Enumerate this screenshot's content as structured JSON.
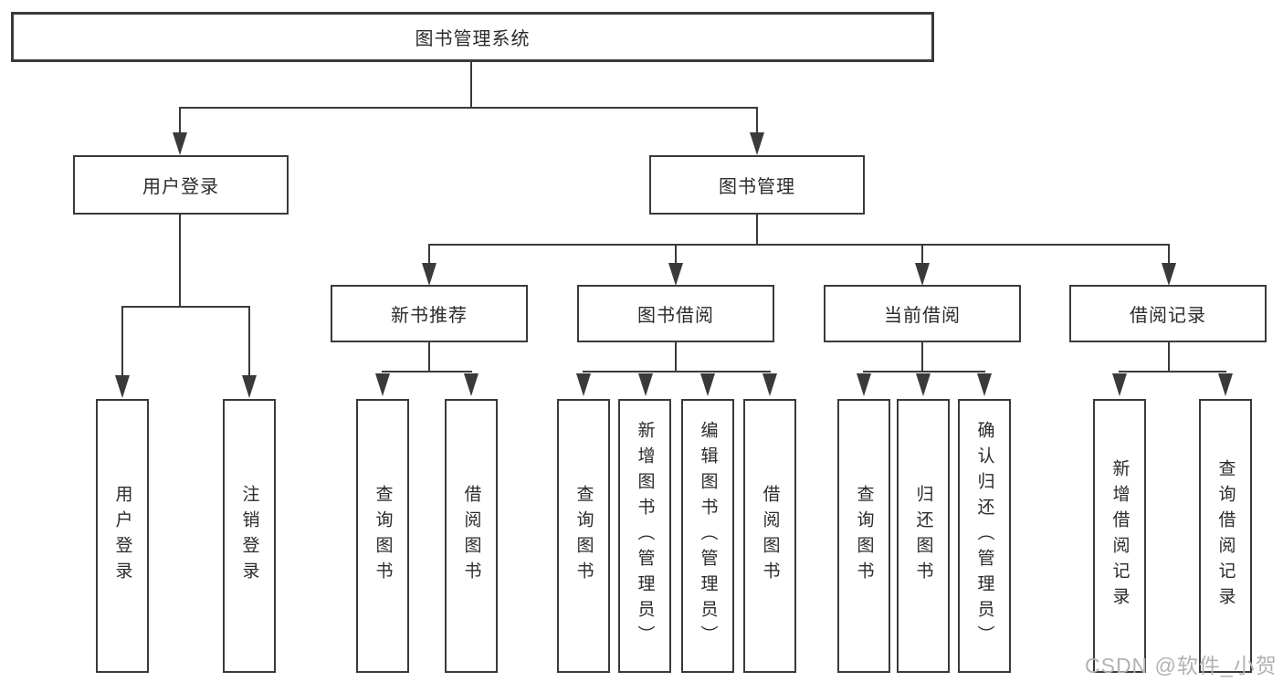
{
  "diagram_title": "图书管理系统",
  "nodes": {
    "root": "图书管理系统",
    "login": "用户登录",
    "mgmt": "图书管理",
    "login_children": [
      "用户登录",
      "注销登录"
    ],
    "groups": [
      {
        "label": "新书推荐",
        "children": [
          "查询图书",
          "借阅图书"
        ]
      },
      {
        "label": "图书借阅",
        "children": [
          "查询图书",
          "新增图书（管理员）",
          "编辑图书（管理员）",
          "借阅图书"
        ]
      },
      {
        "label": "当前借阅",
        "children": [
          "查询图书",
          "归还图书",
          "确认归还（管理员）"
        ]
      },
      {
        "label": "借阅记录",
        "children": [
          "新增借阅记录",
          "查询借阅记录"
        ]
      }
    ]
  },
  "watermark": "CSDN @软件_小贺同学",
  "colors": {
    "line": "#3a3a3a",
    "box_border": "#3a3a3a",
    "box_fill": "#ffffff",
    "text": "#2b2b2b",
    "watermark": "#b2b2b2",
    "background": "#ffffff"
  }
}
